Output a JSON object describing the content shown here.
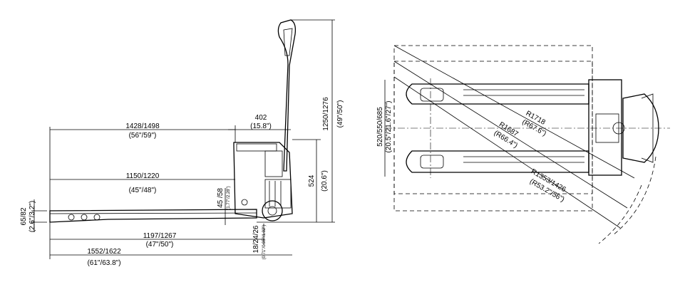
{
  "side_view": {
    "dim_1428": "1428/1498",
    "dim_1428_in": "(56\"/59\")",
    "dim_1150": "1150/1220",
    "dim_1150_in": "(45\"/48\")",
    "dim_402": "402",
    "dim_402_in": "(15.8\")",
    "dim_1250": "1250/1276",
    "dim_1250_in": "(49\"/50\")",
    "dim_524": "524",
    "dim_524_in": "(20.6\")",
    "dim_45": "45 /58",
    "dim_45_in": "(1.77\"/2.28\")",
    "dim_65": "65/82",
    "dim_65_in": "(2.6\"/3.2\")",
    "dim_1197": "1197/1267",
    "dim_1197_in": "(47\"/50\")",
    "dim_1552": "1552/1622",
    "dim_1552_in": "(61\"/63.8\")",
    "dim_18": "18/24/26",
    "dim_18_in": "(0.71\"/0.95\"/1.02\")"
  },
  "top_view": {
    "dim_520": "520/550/685",
    "dim_520_in": "(20.5\"/21.6\"/27\")",
    "r1718": "R1718",
    "r1718_in": "(R67.6\")",
    "r1687": "R1687",
    "r1687_in": "(R66.4\")",
    "r1353": "R1353/1426",
    "r1353_in": "(R53.2\"/56\")"
  }
}
